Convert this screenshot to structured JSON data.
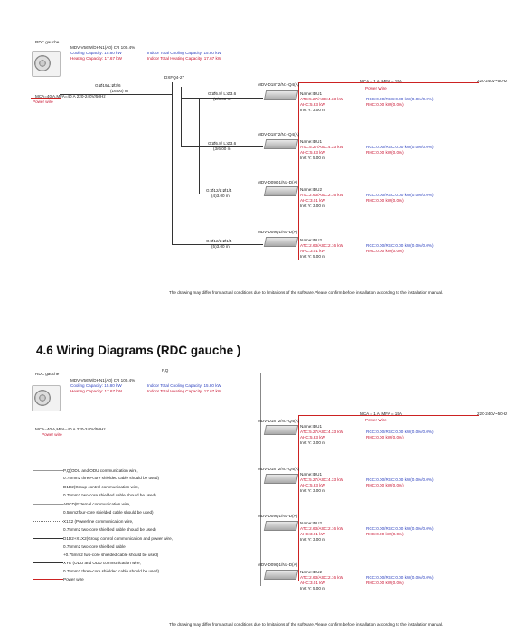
{
  "diagram1": {
    "outdoor_label": "RDC gauche",
    "model_line": "MDV-V56W/DHN1(A0) CR 100.4%",
    "cooling_cap": "Cooling Capacity: 15.80 kW",
    "heating_cap": "Heating Capacity: 17.67 kW",
    "indoor_cooling": "Indoor Total Cooling Capacity: 15.80 kW",
    "indoor_heating": "Indoor Total Heating Capacity: 17.67 kW",
    "main_pipe": "G:Ø19/L:Ø3/6",
    "main_pipe_len": "(16.00) m",
    "power_label": "MCA=40 A,MFA=40 A 220-240V/50Hz",
    "power_wire": "Power wire",
    "branch": "DXFQ4-27",
    "power_top": "MCA = 1 A, MFA = 15A",
    "power_top_wire": "Power Wire",
    "voltage": "220-240V~50Hz",
    "units": [
      {
        "model": "MDV-D18T2/N1-Q4(A)",
        "pipe": "G:Ø5.8/ L:Ø3.6",
        "len": "(2/3.00 m",
        "name": "Name:IDU1",
        "atc": "ATC:5.27/ASC:4.33 kW",
        "ahc": "AHC:5.83 kW",
        "inst": "Inst Y: 3.00 m",
        "rcc": "RCC:0.00/RSC:0.00 kW(0.0%/0.0%)",
        "rhc": "RHC:0.00 kW(0.0%)"
      },
      {
        "model": "MDV-D18T2/N1-Q4(A)",
        "pipe": "G:Ø5.8/ L:Ø3.6",
        "len": "(3/6.00 m",
        "name": "Name:IDU1",
        "atc": "ATC:5.27/ASC:4.33 kW",
        "ahc": "AHC:5.83 kW",
        "inst": "Inst Y: 5.00 m",
        "rcc": "RCC:0.00/RSC:0.00 kW(0.0%/0.0%)",
        "rhc": "RHC:0.00 kW(0.0%)"
      },
      {
        "model": "MDV-D09Q1/N1-D(A)",
        "pipe": "G:Ø12/L:Ø1/4",
        "len": "(4)3.00 m",
        "name": "Name:IDU2",
        "atc": "ATC:2.63/ASC:2.16 kW",
        "ahc": "AHC:3.01 kW",
        "inst": "Inst Y: 3.00 m",
        "rcc": "RCC:0.00/RSC:0.00 kW(0.0%/0.0%)",
        "rhc": "RHC:0.00 kW(0.0%)"
      },
      {
        "model": "MDV-D09Q1/N1-D(A)",
        "pipe": "G:Ø12/L:Ø1/4",
        "len": "(5)3.00 m",
        "name": "Name:IDU2",
        "atc": "ATC:2.63/ASC:2.16 kW",
        "ahc": "AHC:3.01 kW",
        "inst": "Inst Y: 5.00 m",
        "rcc": "RCC:0.00/RSC:0.00 kW(0.0%/0.0%)",
        "rhc": "RHC:0.00 kW(0.0%)"
      }
    ],
    "disclaimer": "The drawing may differ from actual conditions due to limitations of the software.Please confirm before installation according to the installation manual."
  },
  "heading": "4.6 Wiring Diagrams (RDC gauche )",
  "diagram2": {
    "outdoor_label": "RDC gauche",
    "pq_label": "P,Q",
    "model_line": "MDV-V56W/DHN1(A0) CR 100.4%",
    "cooling_cap": "Cooling Capacity: 15.80 kW",
    "heating_cap": "Heating Capacity: 17.67 kW",
    "indoor_cooling": "Indoor Total Cooling Capacity: 15.80 kW",
    "indoor_heating": "Indoor Total Heating Capacity: 17.67 kW",
    "power_label": "MCA=40 A,MFA=40 A 220-240V/50Hz",
    "power_wire": "Power wire",
    "power_top": "MCA = 1 A, MFA = 15A",
    "power_top_wire": "Power Wire",
    "voltage": "220-240V~50Hz",
    "units": [
      {
        "model": "MDV-D18T2/N1-Q4(A)",
        "name": "Name:IDU1",
        "atc": "ATC:5.27/ASC:4.33 kW",
        "ahc": "AHC:5.83 kW",
        "inst": "Inst Y: 3.00 m",
        "rcc": "RCC:0.00/RSC:0.00 kW(0.0%/0.0%)",
        "rhc": "RHC:0.00 kW(0.0%)"
      },
      {
        "model": "MDV-D18T2/N1-Q4(A)",
        "name": "Name:IDU1",
        "atc": "ATC:5.27/ASC:4.33 kW",
        "ahc": "AHC:5.83 kW",
        "inst": "Inst Y: 3.00 m",
        "rcc": "RCC:0.00/RSC:0.00 kW(0.0%/0.0%)",
        "rhc": "RHC:0.00 kW(0.0%)"
      },
      {
        "model": "MDV-D09Q1/N1-D(A)",
        "name": "Name:IDU2",
        "atc": "ATC:2.63/ASC:2.16 kW",
        "ahc": "AHC:3.01 kW",
        "inst": "Inst Y: 3.00 m",
        "rcc": "RCC:0.00/RSC:0.00 kW(0.0%/0.0%)",
        "rhc": "RHC:0.00 kW(0.0%)"
      },
      {
        "model": "MDV-D09Q1/N1-D(A)",
        "name": "Name:IDU2",
        "atc": "ATC:2.63/ASC:2.16 kW",
        "ahc": "AHC:3.01 kW",
        "inst": "Inst Y: 5.00 m",
        "rcc": "RCC:0.00/RSC:0.00 kW(0.0%/0.0%)",
        "rhc": "RHC:0.00 kW(0.0%)"
      }
    ],
    "legend": [
      "P,Q(ODU and ODU communication wire,",
      "0.75mm2 three-core shielded cable should be used)",
      "D1D2(Group control communication wire,",
      "0.75mm2 two-core shielded cable should be used)",
      "ABCD(External communication wire,",
      "0.5mm2four-core shielded cable should be used)",
      "X1X2 (Powerline communication wire,",
      "0.75mm2 two-core shielded cable should be used)",
      "D1D2+X1X2(Group control communication and power wire,",
      "0.75mm2 two-core shielded cable",
      "+0.75mm2 two-core shielded cable should be used)",
      "XYE (ODU and ODU communication wire,",
      "0.75mm2 three-core shielded cable should be used)",
      "Power wire"
    ],
    "disclaimer": "The drawing may differ from actual conditions due to limitations of the software.Please confirm before installation according to the installation manual."
  },
  "colors": {
    "accent_blue": "#2a3fbf",
    "accent_red": "#c8102e",
    "line": "#333333"
  }
}
